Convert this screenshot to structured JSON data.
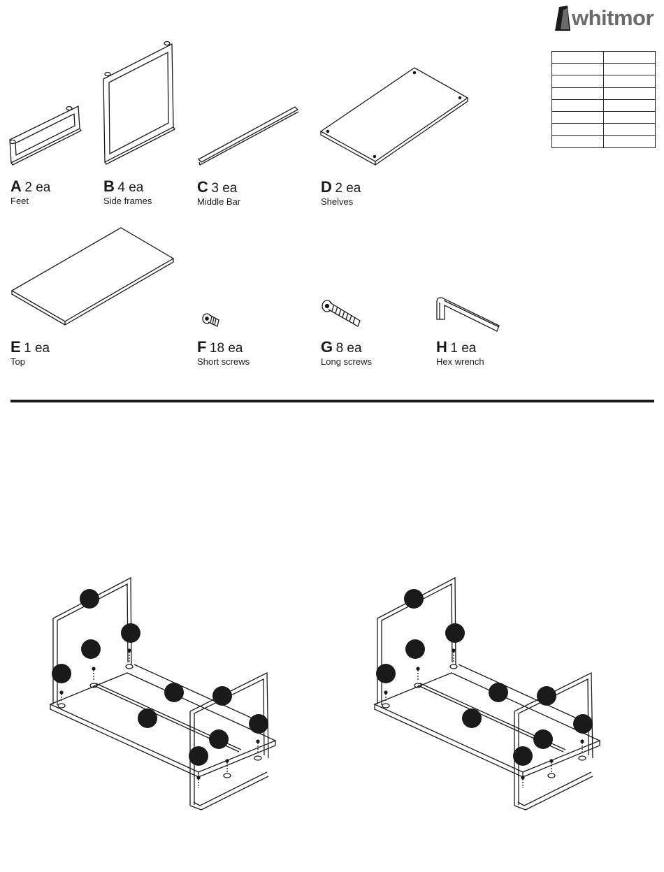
{
  "brand": {
    "name": "whitmor"
  },
  "parts": [
    {
      "letter": "A",
      "qty": "2 ea",
      "desc": "Feet"
    },
    {
      "letter": "B",
      "qty": "4 ea",
      "desc": "Side frames"
    },
    {
      "letter": "C",
      "qty": "3 ea",
      "desc": "Middle Bar"
    },
    {
      "letter": "D",
      "qty": "2 ea",
      "desc": "Shelves"
    },
    {
      "letter": "E",
      "qty": "1 ea",
      "desc": "Top"
    },
    {
      "letter": "F",
      "qty": "18 ea",
      "desc": "Short screws"
    },
    {
      "letter": "G",
      "qty": "8 ea",
      "desc": "Long screws"
    },
    {
      "letter": "H",
      "qty": "1 ea",
      "desc": "Hex wrench"
    }
  ],
  "reference_table": {
    "rows": 8,
    "cols": 2
  },
  "colors": {
    "ink": "#1a1a1a",
    "brand_gray": "#6b6b6b",
    "callout": "#1a1a1a"
  }
}
